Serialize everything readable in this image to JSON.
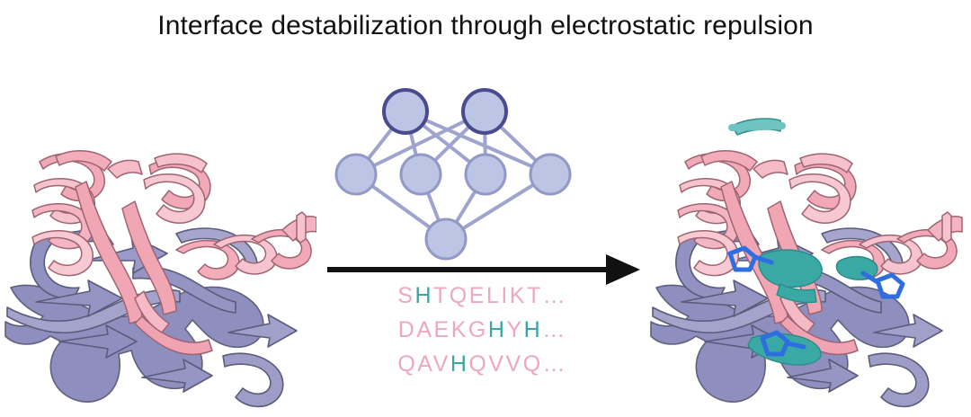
{
  "figure": {
    "title": "Interface destabilization through electrostatic repulsion",
    "background_color": "#ffffff"
  },
  "colors": {
    "helix_pink": "#f0a7b5",
    "helix_pink_light": "#f6c5cf",
    "sheet_purple": "#8b8bbd",
    "sheet_purple_light": "#a9a9cf",
    "outline": "#5b5b7a",
    "mutation_teal": "#3aa8a4",
    "sidechain_blue": "#2e6ee0",
    "node_fill": "#bcc6e4",
    "node_stroke": "#8f97c4",
    "node_stroke_dark": "#4a4a8f",
    "edge": "#9aa0cc",
    "arrow_black": "#111111",
    "residue_pink": "#eda8bd",
    "residue_teal": "#3aa69f",
    "title_color": "#111111"
  },
  "panels": {
    "left": {
      "name": "wild-type complex structure",
      "chains": [
        "binder helix bundle",
        "target beta sheet scaffold"
      ]
    },
    "right": {
      "name": "redesigned complex structure",
      "chains": [
        "binder helix bundle",
        "target beta sheet scaffold"
      ],
      "highlights": "histidine mutations shown as teal backbone segments with blue side-chain sticks"
    }
  },
  "network": {
    "name": "neural network diagram",
    "layers": [
      {
        "name": "output-layer",
        "node_count": 2,
        "highlighted": true
      },
      {
        "name": "hidden-layer",
        "node_count": 4,
        "highlighted": false
      },
      {
        "name": "input-layer",
        "node_count": 1,
        "highlighted": false
      }
    ]
  },
  "arrow": {
    "name": "transformation-arrow",
    "direction": "right"
  },
  "sequences": {
    "rows": [
      {
        "id": "sequence-row-1",
        "text": "SHTQELIKT…",
        "residues": [
          {
            "letter": "S",
            "type": "pink"
          },
          {
            "letter": "H",
            "type": "teal"
          },
          {
            "letter": "T",
            "type": "pink"
          },
          {
            "letter": "Q",
            "type": "pink"
          },
          {
            "letter": "E",
            "type": "pink"
          },
          {
            "letter": "L",
            "type": "pink"
          },
          {
            "letter": "I",
            "type": "pink"
          },
          {
            "letter": "K",
            "type": "pink"
          },
          {
            "letter": "T",
            "type": "pink"
          },
          {
            "letter": "…",
            "type": "ellipsis"
          }
        ]
      },
      {
        "id": "sequence-row-2",
        "text": "DAEKGHYH…",
        "residues": [
          {
            "letter": "D",
            "type": "pink"
          },
          {
            "letter": "A",
            "type": "pink"
          },
          {
            "letter": "E",
            "type": "pink"
          },
          {
            "letter": "K",
            "type": "pink"
          },
          {
            "letter": "G",
            "type": "pink"
          },
          {
            "letter": "H",
            "type": "teal"
          },
          {
            "letter": "Y",
            "type": "pink"
          },
          {
            "letter": "H",
            "type": "teal"
          },
          {
            "letter": "…",
            "type": "ellipsis"
          }
        ]
      },
      {
        "id": "sequence-row-3",
        "text": "QAVHQVVQ…",
        "residues": [
          {
            "letter": "Q",
            "type": "pink"
          },
          {
            "letter": "A",
            "type": "pink"
          },
          {
            "letter": "V",
            "type": "pink"
          },
          {
            "letter": "H",
            "type": "teal"
          },
          {
            "letter": "Q",
            "type": "pink"
          },
          {
            "letter": "V",
            "type": "pink"
          },
          {
            "letter": "V",
            "type": "pink"
          },
          {
            "letter": "Q",
            "type": "pink"
          },
          {
            "letter": "…",
            "type": "ellipsis"
          }
        ]
      }
    ]
  }
}
